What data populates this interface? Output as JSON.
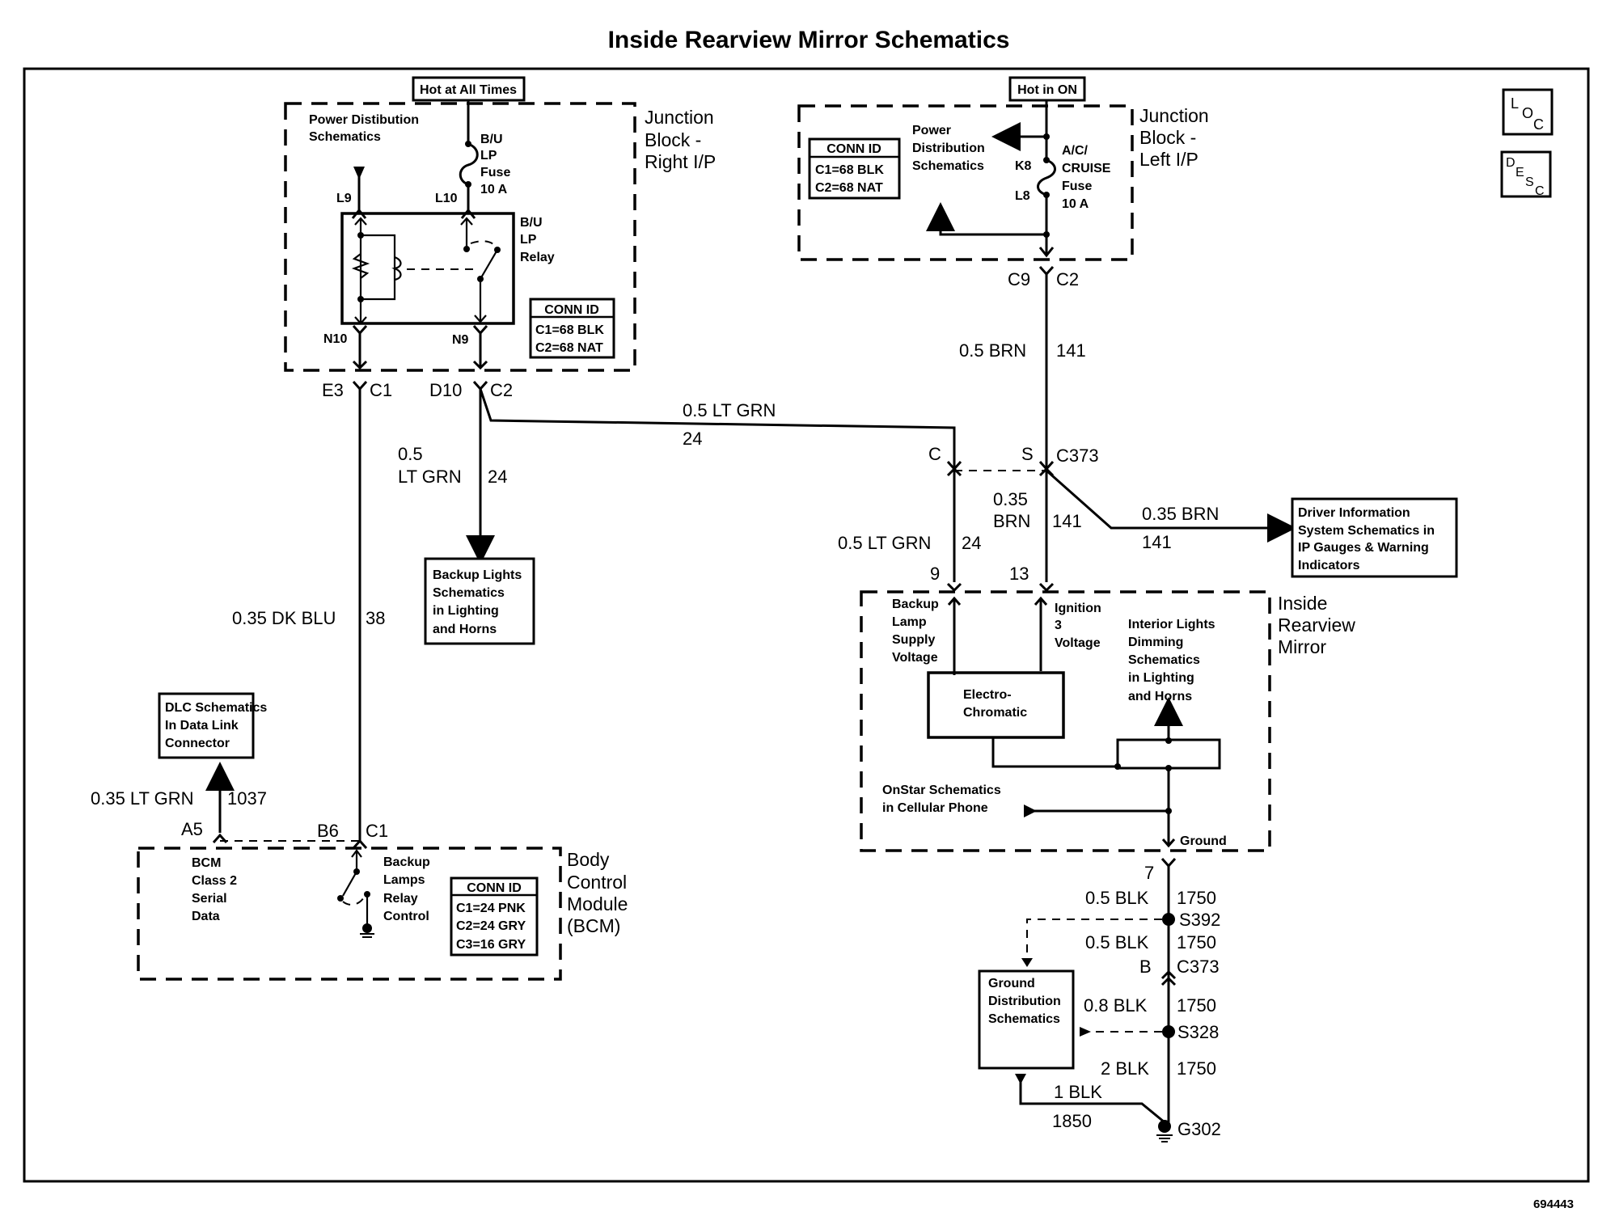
{
  "title": "Inside Rearview Mirror Schematics",
  "figure_id": "694443",
  "nav_icons": [
    {
      "name": "loc-icon",
      "letters": [
        "L",
        "O",
        "C"
      ]
    },
    {
      "name": "desc-icon",
      "letters": [
        "D",
        "E",
        "S",
        "C"
      ]
    }
  ],
  "junction_right": {
    "label_lines": [
      "Junction",
      "Block -",
      "Right I/P"
    ],
    "power_tag": "Hot at All Times",
    "power_dist_lines": [
      "Power Distibution",
      "Schematics"
    ],
    "fuse_lines": [
      "B/U",
      "LP",
      "Fuse",
      "10 A"
    ],
    "relay_lines": [
      "B/U",
      "LP",
      "Relay"
    ],
    "pins": {
      "l9": "L9",
      "l10": "L10",
      "n10": "N10",
      "n9": "N9"
    },
    "conn_id": {
      "header": "CONN ID",
      "rows": [
        "C1=68 BLK",
        "C2=68 NAT"
      ]
    },
    "out_left": {
      "pin": "E3",
      "conn": "C1"
    },
    "out_right": {
      "pin": "D10",
      "conn": "C2"
    }
  },
  "junction_left": {
    "label_lines": [
      "Junction",
      "Block -",
      "Left I/P"
    ],
    "power_tag": "Hot in ON",
    "power_dist_lines": [
      "Power",
      "Distribution",
      "Schematics"
    ],
    "fuse_lines": [
      "A/C/",
      "CRUISE",
      "Fuse",
      "10 A"
    ],
    "pins": {
      "k8": "K8",
      "l8": "L8"
    },
    "conn_id": {
      "header": "CONN ID",
      "rows": [
        "C1=68 BLK",
        "C2=68 NAT"
      ]
    },
    "out": {
      "pin": "C9",
      "conn": "C2"
    }
  },
  "wires": {
    "w_brn_top": {
      "gauge": "0.5 BRN",
      "circuit": "141"
    },
    "w_ltgrn_horiz": {
      "gauge": "0.5 LT GRN",
      "circuit": "24"
    },
    "w_ltgrn_down_1": "0.5",
    "w_ltgrn_down_2": "LT GRN",
    "w_ltgrn_down_circuit": "24",
    "w_dkblu": {
      "gauge": "0.35 DK BLU",
      "circuit": "38"
    },
    "w_ltgrn_mirror": {
      "gauge": "0.5 LT GRN",
      "circuit": "24"
    },
    "w_brn_mirror_1": "0.35",
    "w_brn_mirror_2": "BRN",
    "w_brn_mirror_circuit": "141",
    "w_brn_dis": {
      "gauge": "0.35 BRN",
      "circuit": "141"
    },
    "w_dlc": {
      "gauge": "0.35 LT GRN",
      "circuit": "1037"
    },
    "ground": [
      {
        "gauge": "0.5 BLK",
        "circuit": "1750"
      },
      {
        "gauge": "0.5 BLK",
        "circuit": "1750"
      },
      {
        "gauge": "0.8 BLK",
        "circuit": "1750"
      },
      {
        "gauge": "2 BLK",
        "circuit": "1750"
      }
    ],
    "w_1blk": {
      "gauge": "1 BLK",
      "circuit": "1850"
    }
  },
  "c373": {
    "pin_c": "C",
    "pin_s": "S",
    "name": "C373",
    "pin_b": "B"
  },
  "mirror": {
    "label_lines": [
      "Inside",
      "Rearview",
      "Mirror"
    ],
    "pin9": "9",
    "pin13": "13",
    "pin7": "7",
    "backup_lines": [
      "Backup",
      "Lamp",
      "Supply",
      "Voltage"
    ],
    "ignition_lines": [
      "Ignition",
      "3",
      "Voltage"
    ],
    "ec_lines": [
      "Electro-",
      "Chromatic"
    ],
    "interior_lines": [
      "Interior Lights",
      "Dimming",
      "Schematics",
      "in Lighting",
      "and Horns"
    ],
    "onstar_lines": [
      "OnStar Schematics",
      "in Cellular Phone"
    ],
    "ground_label": "Ground"
  },
  "refs": {
    "backup_lights": [
      "Backup Lights",
      "Schematics",
      "in Lighting",
      "and Horns"
    ],
    "dis": [
      "Driver Information",
      "System Schematics in",
      "IP Gauges & Warning",
      " Indicators"
    ],
    "dlc": [
      "DLC  Schematics",
      "In Data Link",
      "Connector"
    ],
    "ground_dist": [
      "Ground",
      "Distribution",
      "Schematics"
    ]
  },
  "bcm": {
    "label_lines": [
      "Body",
      "Control",
      "Module",
      "(BCM)"
    ],
    "pin_a5": "A5",
    "pin_b6": "B6",
    "conn_c1": "C1",
    "serial_lines": [
      "BCM",
      "Class 2",
      "Serial",
      "Data"
    ],
    "relay_lines": [
      "Backup",
      "Lamps",
      "Relay",
      "Control"
    ],
    "conn_id": {
      "header": "CONN ID",
      "rows": [
        "C1=24 PNK",
        "C2=24 GRY",
        "C3=16 GRY"
      ]
    }
  },
  "splices": {
    "s392": "S392",
    "s328": "S328",
    "g302": "G302"
  }
}
